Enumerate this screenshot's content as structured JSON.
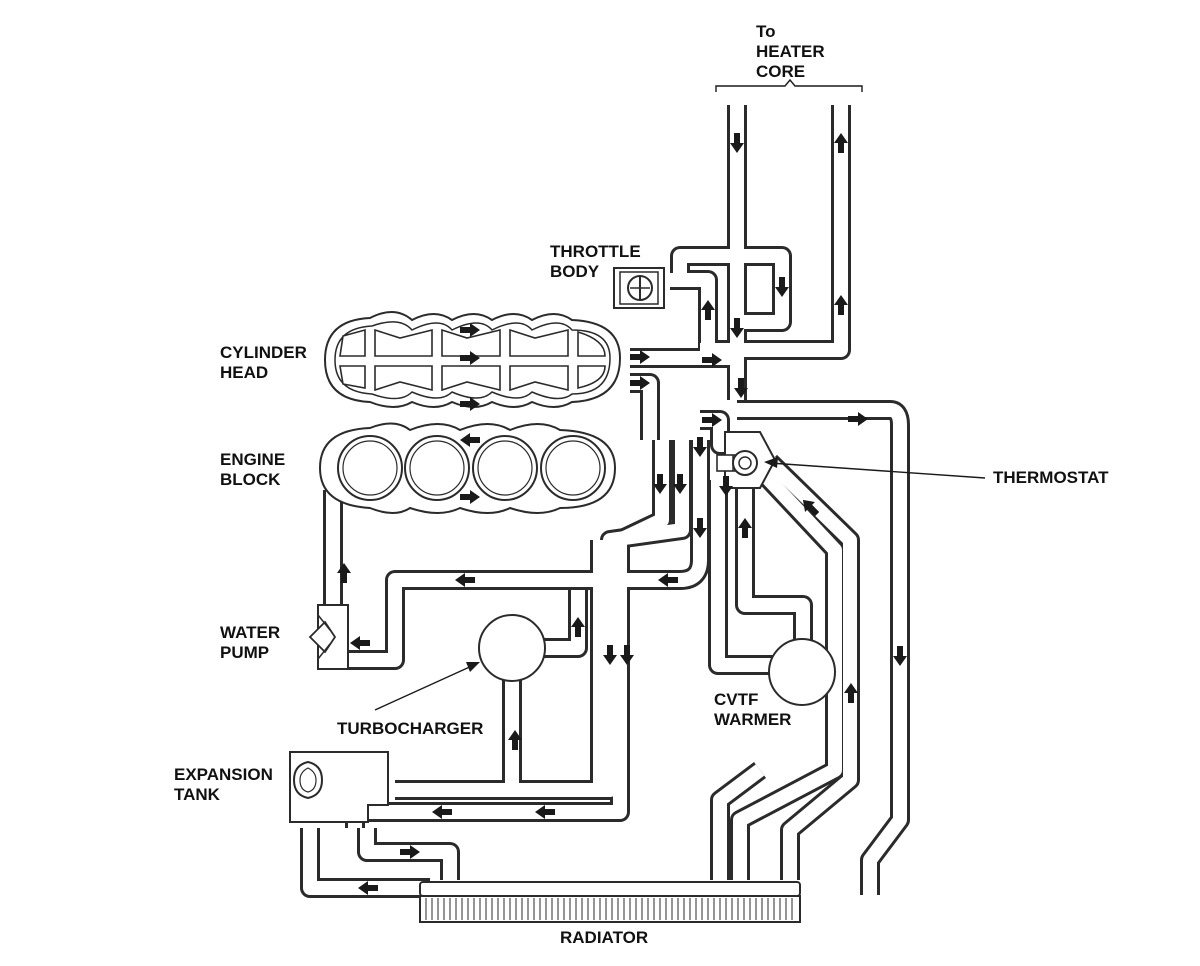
{
  "labels": {
    "heater_core_1": "To",
    "heater_core_2": "HEATER",
    "heater_core_3": "CORE",
    "throttle_body_1": "THROTTLE",
    "throttle_body_2": "BODY",
    "cylinder_head_1": "CYLINDER",
    "cylinder_head_2": "HEAD",
    "engine_block_1": "ENGINE",
    "engine_block_2": "BLOCK",
    "thermostat": "THERMOSTAT",
    "water_pump_1": "WATER",
    "water_pump_2": "PUMP",
    "turbocharger": "TURBOCHARGER",
    "cvtf_warmer_1": "CVTF",
    "cvtf_warmer_2": "WARMER",
    "expansion_tank_1": "EXPANSION",
    "expansion_tank_2": "TANK",
    "radiator": "RADIATOR"
  },
  "colors": {
    "line": "#2b2b2b",
    "fill": "#ffffff",
    "arrow": "#1a1a1a"
  }
}
